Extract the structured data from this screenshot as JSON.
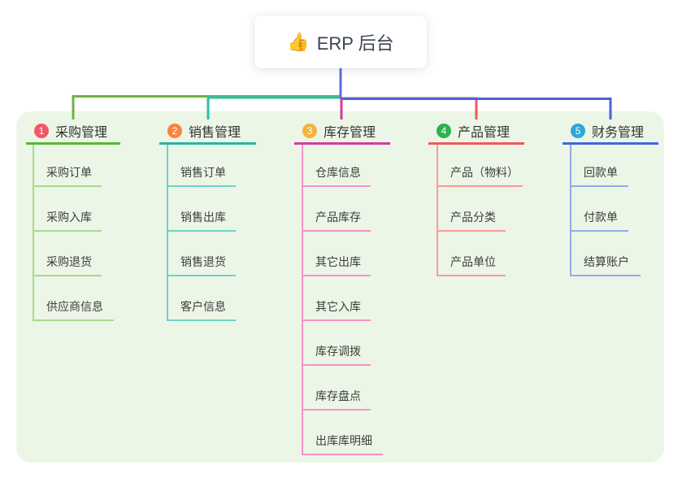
{
  "root": {
    "icon": "👍",
    "title": "ERP 后台",
    "stem_color": "#5b6fd6"
  },
  "panel": {
    "background": "#ecf6e6"
  },
  "branches": [
    {
      "number": "1",
      "label": "采购管理",
      "badge_color": "#f1586b",
      "line_color": "#5cb537",
      "child_line_color": "#a9d98f",
      "children": [
        "采购订单",
        "采购入库",
        "采购退货",
        "供应商信息"
      ]
    },
    {
      "number": "2",
      "label": "销售管理",
      "badge_color": "#f7853e",
      "line_color": "#2ab3a3",
      "child_line_color": "#6dd3c8",
      "children": [
        "销售订单",
        "销售出库",
        "销售退货",
        "客户信息"
      ]
    },
    {
      "number": "3",
      "label": "库存管理",
      "badge_color": "#f3b33c",
      "line_color": "#d63a9e",
      "child_line_color": "#f492cb",
      "children": [
        "仓库信息",
        "产品库存",
        "其它出库",
        "其它入库",
        "库存调拨",
        "库存盘点",
        "出库库明细"
      ]
    },
    {
      "number": "4",
      "label": "产品管理",
      "badge_color": "#2eb150",
      "line_color": "#f5565a",
      "child_line_color": "#f89b97",
      "children": [
        "产品（物料）",
        "产品分类",
        "产品单位"
      ]
    },
    {
      "number": "5",
      "label": "财务管理",
      "badge_color": "#2ea6d9",
      "line_color": "#3f66e2",
      "child_line_color": "#93abe9",
      "children": [
        "回款单",
        "付款单",
        "结算账户"
      ]
    }
  ]
}
